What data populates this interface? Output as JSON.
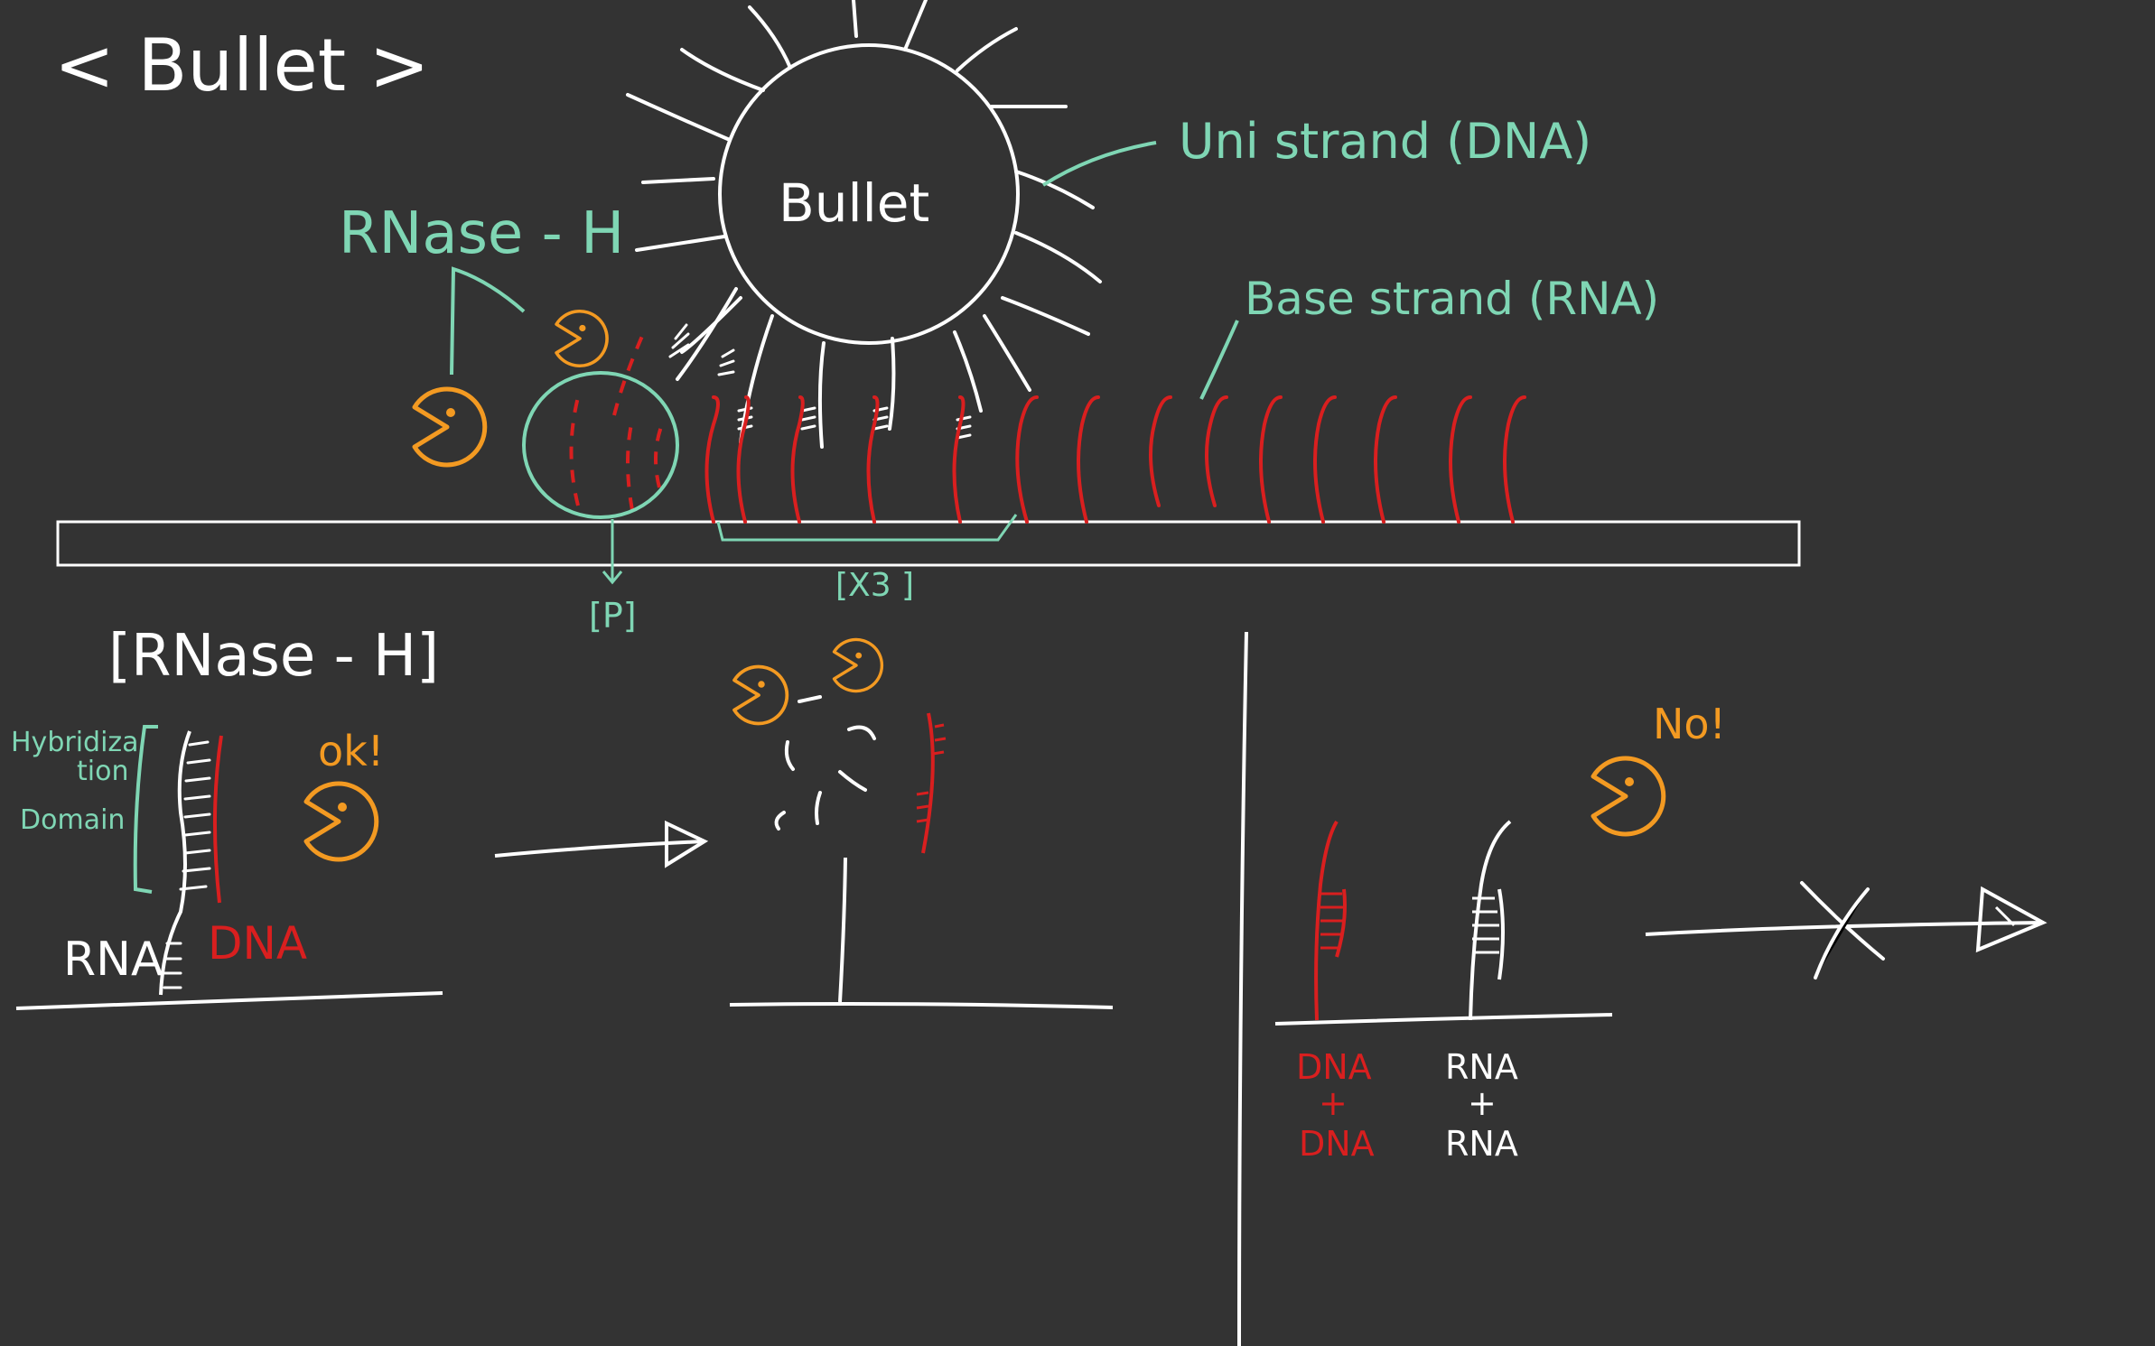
{
  "colors": {
    "background": "#333333",
    "chalk_white": "#ffffff",
    "teal": "#7fd6b4",
    "red": "#d91f1f",
    "orange": "#f39a22"
  },
  "texts": {
    "page_title": "< Bullet >",
    "bullet_label": "Bullet",
    "uni_strand": "Uni  strand (DNA)",
    "base_strand": "Base  strand (RNA)",
    "rnase_h_label": "RNase - H",
    "p_label": "[P]",
    "x3_label": "[X3 ]",
    "rnase_section_title": "[RNase - H]",
    "hybridization_line1": "Hybridiza",
    "hybridization_line2": "tion",
    "domain_label": "Domain",
    "rna_label": "RNA",
    "dna_label": "DNA",
    "ok_label": "ok!",
    "no_label": "No!",
    "dna_dna_top": "DNA",
    "dna_dna_plus": "+",
    "dna_dna_bottom": "DNA",
    "rna_rna_top": "RNA",
    "rna_rna_plus": "+",
    "rna_rna_bottom": "RNA"
  },
  "icons": {
    "enzyme": "pacman-icon",
    "arrow": "arrow-right-icon",
    "blocked": "cross-icon"
  }
}
